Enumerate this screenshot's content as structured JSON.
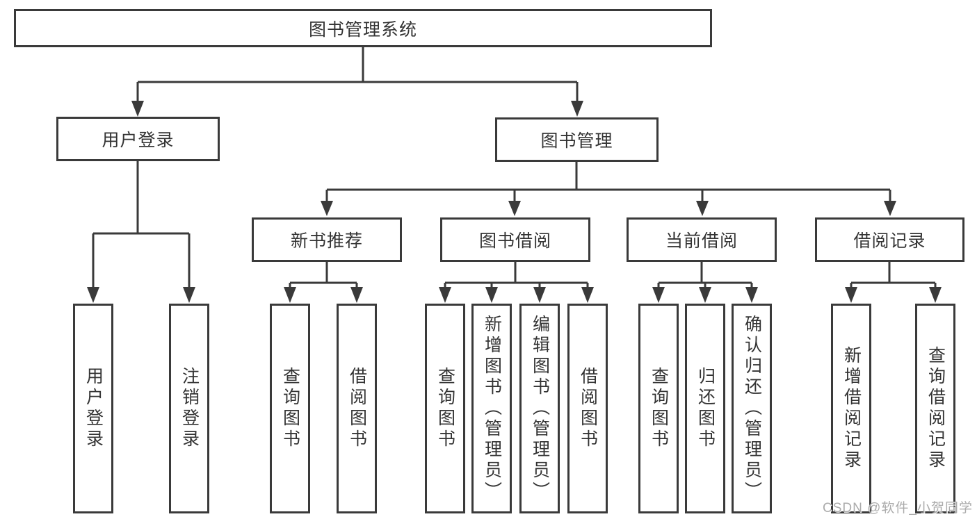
{
  "diagram": {
    "root": {
      "label": "图书管理系统"
    },
    "branches": [
      {
        "label": "用户登录",
        "children": [
          {
            "label": "用户登录"
          },
          {
            "label": "注销登录"
          }
        ]
      },
      {
        "label": "图书管理",
        "children": [
          {
            "label": "新书推荐",
            "children": [
              {
                "label": "查询图书"
              },
              {
                "label": "借阅图书"
              }
            ]
          },
          {
            "label": "图书借阅",
            "children": [
              {
                "label": "查询图书"
              },
              {
                "label": "新增图书（管理员）"
              },
              {
                "label": "编辑图书（管理员）"
              },
              {
                "label": "借阅图书"
              }
            ]
          },
          {
            "label": "当前借阅",
            "children": [
              {
                "label": "查询图书"
              },
              {
                "label": "归还图书"
              },
              {
                "label": "确认归还（管理员）"
              }
            ]
          },
          {
            "label": "借阅记录",
            "children": [
              {
                "label": "新增借阅记录"
              },
              {
                "label": "查询借阅记录"
              }
            ]
          }
        ]
      }
    ],
    "colors": {
      "line": "#3a3a3a",
      "text": "#333333",
      "watermark": "#ababab",
      "background": "#ffffff"
    },
    "watermark": "CSDN @软件_小贺同学"
  }
}
